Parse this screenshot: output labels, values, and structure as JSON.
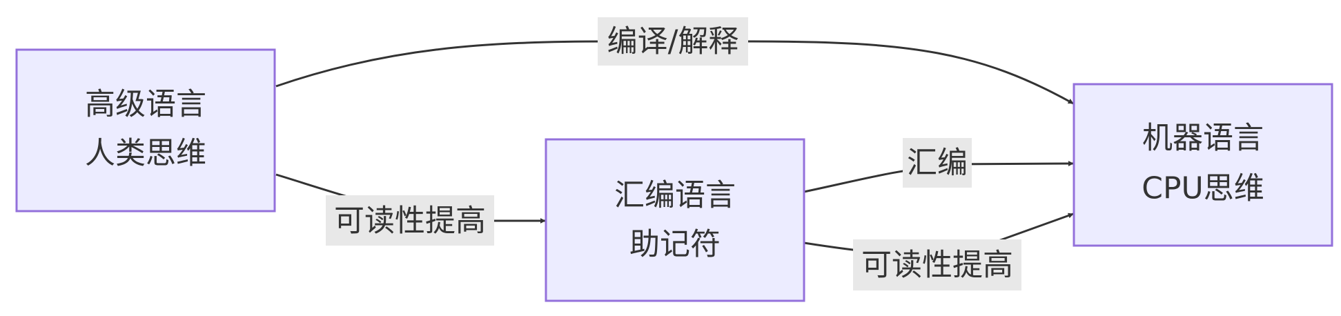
{
  "nodes": {
    "high_level": {
      "line1": "高级语言",
      "line2": "人类思维"
    },
    "assembly": {
      "line1": "汇编语言",
      "line2": "助记符"
    },
    "machine": {
      "line1": "机器语言",
      "line2": "CPU思维"
    }
  },
  "edges": {
    "compile": {
      "label": "编译/解释"
    },
    "readability_1": {
      "label": "可读性提高"
    },
    "assemble": {
      "label": "汇编"
    },
    "readability_2": {
      "label": "可读性提高"
    }
  },
  "colors": {
    "node_fill": "#ececff",
    "node_stroke": "#9370db",
    "edge": "#333333",
    "label_bg": "#e8e8e8"
  }
}
